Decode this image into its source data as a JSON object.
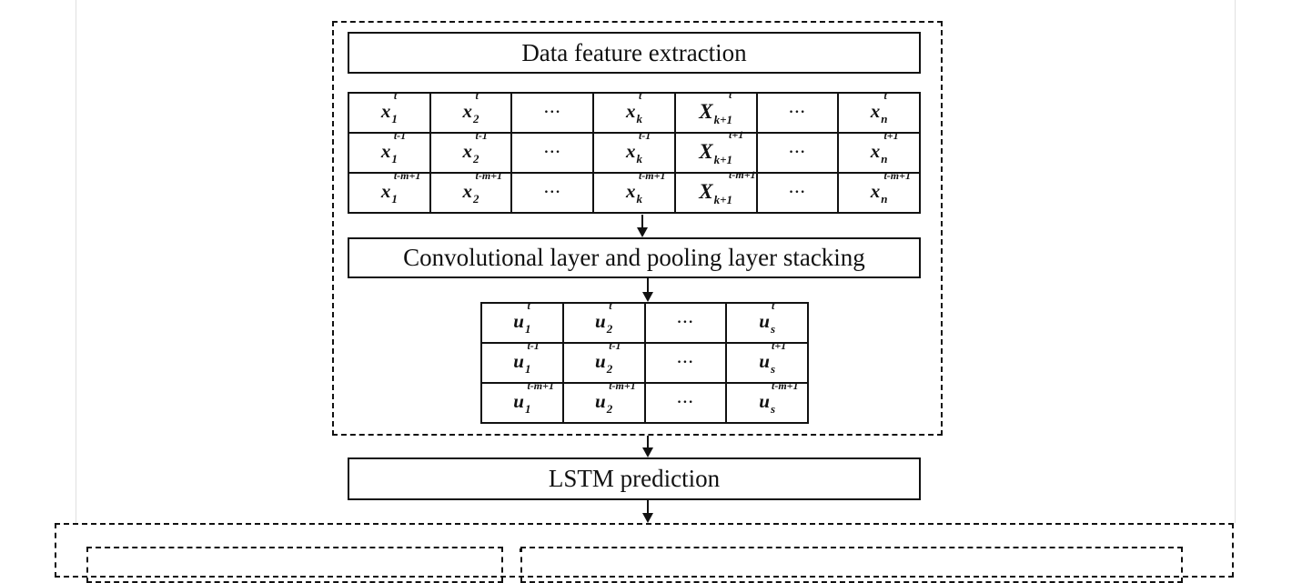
{
  "title_box": "Data feature extraction",
  "conv_box": "Convolutional layer and pooling layer stacking",
  "lstm_box": "LSTM prediction",
  "x_grid": [
    [
      {
        "b": "x",
        "s": "1",
        "p": "t"
      },
      {
        "b": "x",
        "s": "2",
        "p": "t"
      },
      {
        "dots": "···"
      },
      {
        "b": "x",
        "s": "k",
        "p": "t"
      },
      {
        "b": "X",
        "s": "k+1",
        "p": "t"
      },
      {
        "dots": "···"
      },
      {
        "b": "x",
        "s": "n",
        "p": "t"
      }
    ],
    [
      {
        "b": "x",
        "s": "1",
        "p": "t-1"
      },
      {
        "b": "x",
        "s": "2",
        "p": "t-1"
      },
      {
        "dots": "···"
      },
      {
        "b": "x",
        "s": "k",
        "p": "t-1"
      },
      {
        "b": "X",
        "s": "k+1",
        "p": "t+1"
      },
      {
        "dots": "···"
      },
      {
        "b": "x",
        "s": "n",
        "p": "t+1"
      }
    ],
    [
      {
        "b": "x",
        "s": "1",
        "p": "t-m+1"
      },
      {
        "b": "x",
        "s": "2",
        "p": "t-m+1"
      },
      {
        "dots": "···"
      },
      {
        "b": "x",
        "s": "k",
        "p": "t-m+1"
      },
      {
        "b": "X",
        "s": "k+1",
        "p": "t-m+1"
      },
      {
        "dots": "···"
      },
      {
        "b": "x",
        "s": "n",
        "p": "t-m+1"
      }
    ]
  ],
  "u_grid": [
    [
      {
        "b": "u",
        "s": "1",
        "p": "t"
      },
      {
        "b": "u",
        "s": "2",
        "p": "t"
      },
      {
        "dots": "···"
      },
      {
        "b": "u",
        "s": "s",
        "p": "t"
      }
    ],
    [
      {
        "b": "u",
        "s": "1",
        "p": "t-1"
      },
      {
        "b": "u",
        "s": "2",
        "p": "t-1"
      },
      {
        "dots": "···"
      },
      {
        "b": "u",
        "s": "s",
        "p": "t+1"
      }
    ],
    [
      {
        "b": "u",
        "s": "1",
        "p": "t-m+1"
      },
      {
        "b": "u",
        "s": "2",
        "p": "t-m+1"
      },
      {
        "dots": "···"
      },
      {
        "b": "u",
        "s": "s",
        "p": "t-m+1"
      }
    ]
  ]
}
